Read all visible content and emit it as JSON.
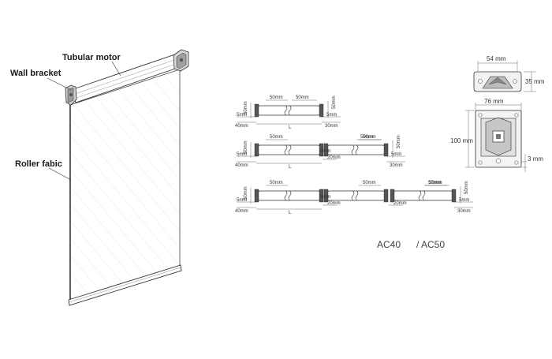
{
  "callouts": {
    "tubular_motor": "Tubular motor",
    "wall_bracket": "Wall bracket",
    "roller_fabric": "Roller fabic"
  },
  "bracket": {
    "width_top": "54 mm",
    "height_side": "35 mm",
    "width_front": "76 mm",
    "height_front": "100 mm",
    "thickness": "3 mm"
  },
  "tube_dims": {
    "span_50": "50mm",
    "left_40": "40mm",
    "left_5": "5mm",
    "right_5": "5mm",
    "right_30": "30mm",
    "mid_20": "20mm",
    "length": "L",
    "end_height": "50mm",
    "small_5": "5mm"
  },
  "models": {
    "ac40": "AC40",
    "ac50": "/ AC50"
  }
}
